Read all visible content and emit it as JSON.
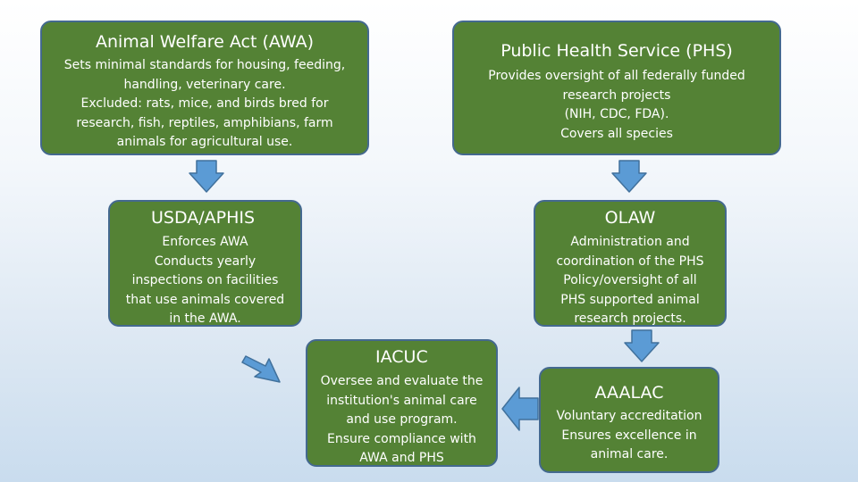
{
  "awa": {
    "title": "Animal Welfare Act (AWA)",
    "lines": [
      "Sets minimal standards for housing, feeding,",
      "handling, veterinary care.",
      "Excluded: rats, mice, and birds bred for",
      "research, fish, reptiles, amphibians, farm",
      "animals for agricultural use."
    ]
  },
  "phs": {
    "title": "Public Health Service (PHS)",
    "lines": [
      "Provides oversight of all federally funded",
      "research projects",
      "(NIH, CDC, FDA).",
      "Covers all species"
    ]
  },
  "usda": {
    "title": "USDA/APHIS",
    "lines": [
      "Enforces AWA",
      "Conducts yearly",
      "inspections on facilities",
      "that use animals covered",
      "in the AWA."
    ]
  },
  "olaw": {
    "title": "OLAW",
    "lines": [
      "Administration and",
      "coordination of the PHS",
      "Policy/oversight of all",
      "PHS supported animal",
      "research projects."
    ]
  },
  "iacuc": {
    "title": "IACUC",
    "lines": [
      "Oversee and evaluate the",
      "institution's animal care",
      "and use program.",
      "Ensure compliance with",
      "AWA and PHS"
    ]
  },
  "aaalac": {
    "title": "AAALAC",
    "lines": [
      "Voluntary accreditation",
      "Ensures excellence in",
      "animal care."
    ]
  },
  "colors": {
    "box_fill": "#548235",
    "box_border": "#44698f",
    "arrow_fill": "#5b9bd5",
    "arrow_border": "#41719c"
  }
}
